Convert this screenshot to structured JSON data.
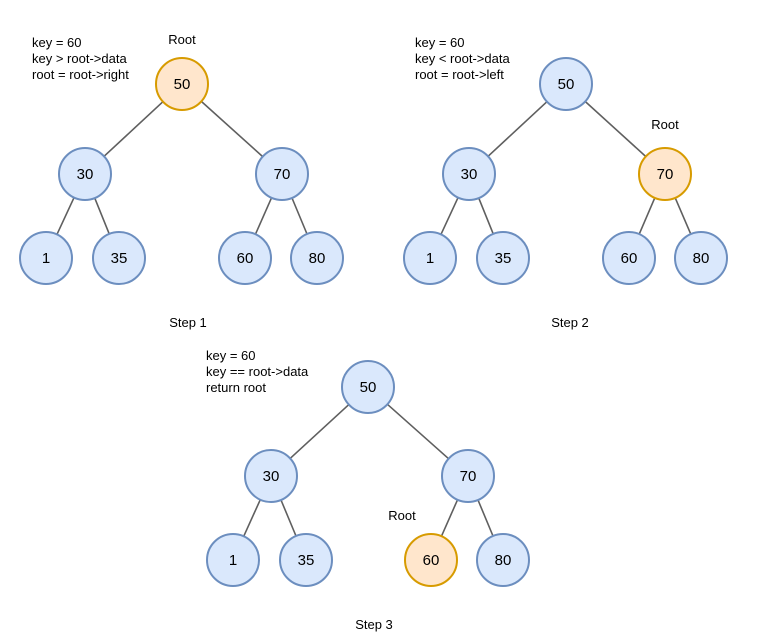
{
  "colors": {
    "normal_fill": "#dae8fc",
    "normal_stroke": "#6c8ebf",
    "root_fill": "#ffe6cc",
    "root_stroke": "#d79b00",
    "edge": "#5f5f5f"
  },
  "diagram": {
    "steps": [
      {
        "caption": "Step 1",
        "root_marker": "Root",
        "notes": [
          "key = 60",
          "key > root->data",
          "root = root->right"
        ],
        "nodes": [
          {
            "id": "n50",
            "label": "50",
            "role": "root"
          },
          {
            "id": "n30",
            "label": "30",
            "role": "normal"
          },
          {
            "id": "n70",
            "label": "70",
            "role": "normal"
          },
          {
            "id": "n1",
            "label": "1",
            "role": "normal"
          },
          {
            "id": "n35",
            "label": "35",
            "role": "normal"
          },
          {
            "id": "n60",
            "label": "60",
            "role": "normal"
          },
          {
            "id": "n80",
            "label": "80",
            "role": "normal"
          }
        ]
      },
      {
        "caption": "Step 2",
        "root_marker": "Root",
        "notes": [
          "key = 60",
          "key < root->data",
          "root = root->left"
        ],
        "nodes": [
          {
            "id": "n50",
            "label": "50",
            "role": "normal"
          },
          {
            "id": "n30",
            "label": "30",
            "role": "normal"
          },
          {
            "id": "n70",
            "label": "70",
            "role": "root"
          },
          {
            "id": "n1",
            "label": "1",
            "role": "normal"
          },
          {
            "id": "n35",
            "label": "35",
            "role": "normal"
          },
          {
            "id": "n60",
            "label": "60",
            "role": "normal"
          },
          {
            "id": "n80",
            "label": "80",
            "role": "normal"
          }
        ]
      },
      {
        "caption": "Step 3",
        "root_marker": "Root",
        "notes": [
          "key = 60",
          "key == root->data",
          "return root"
        ],
        "nodes": [
          {
            "id": "n50",
            "label": "50",
            "role": "normal"
          },
          {
            "id": "n30",
            "label": "30",
            "role": "normal"
          },
          {
            "id": "n70",
            "label": "70",
            "role": "normal"
          },
          {
            "id": "n1",
            "label": "1",
            "role": "normal"
          },
          {
            "id": "n35",
            "label": "35",
            "role": "normal"
          },
          {
            "id": "n60",
            "label": "60",
            "role": "root"
          },
          {
            "id": "n80",
            "label": "80",
            "role": "normal"
          }
        ]
      }
    ]
  }
}
